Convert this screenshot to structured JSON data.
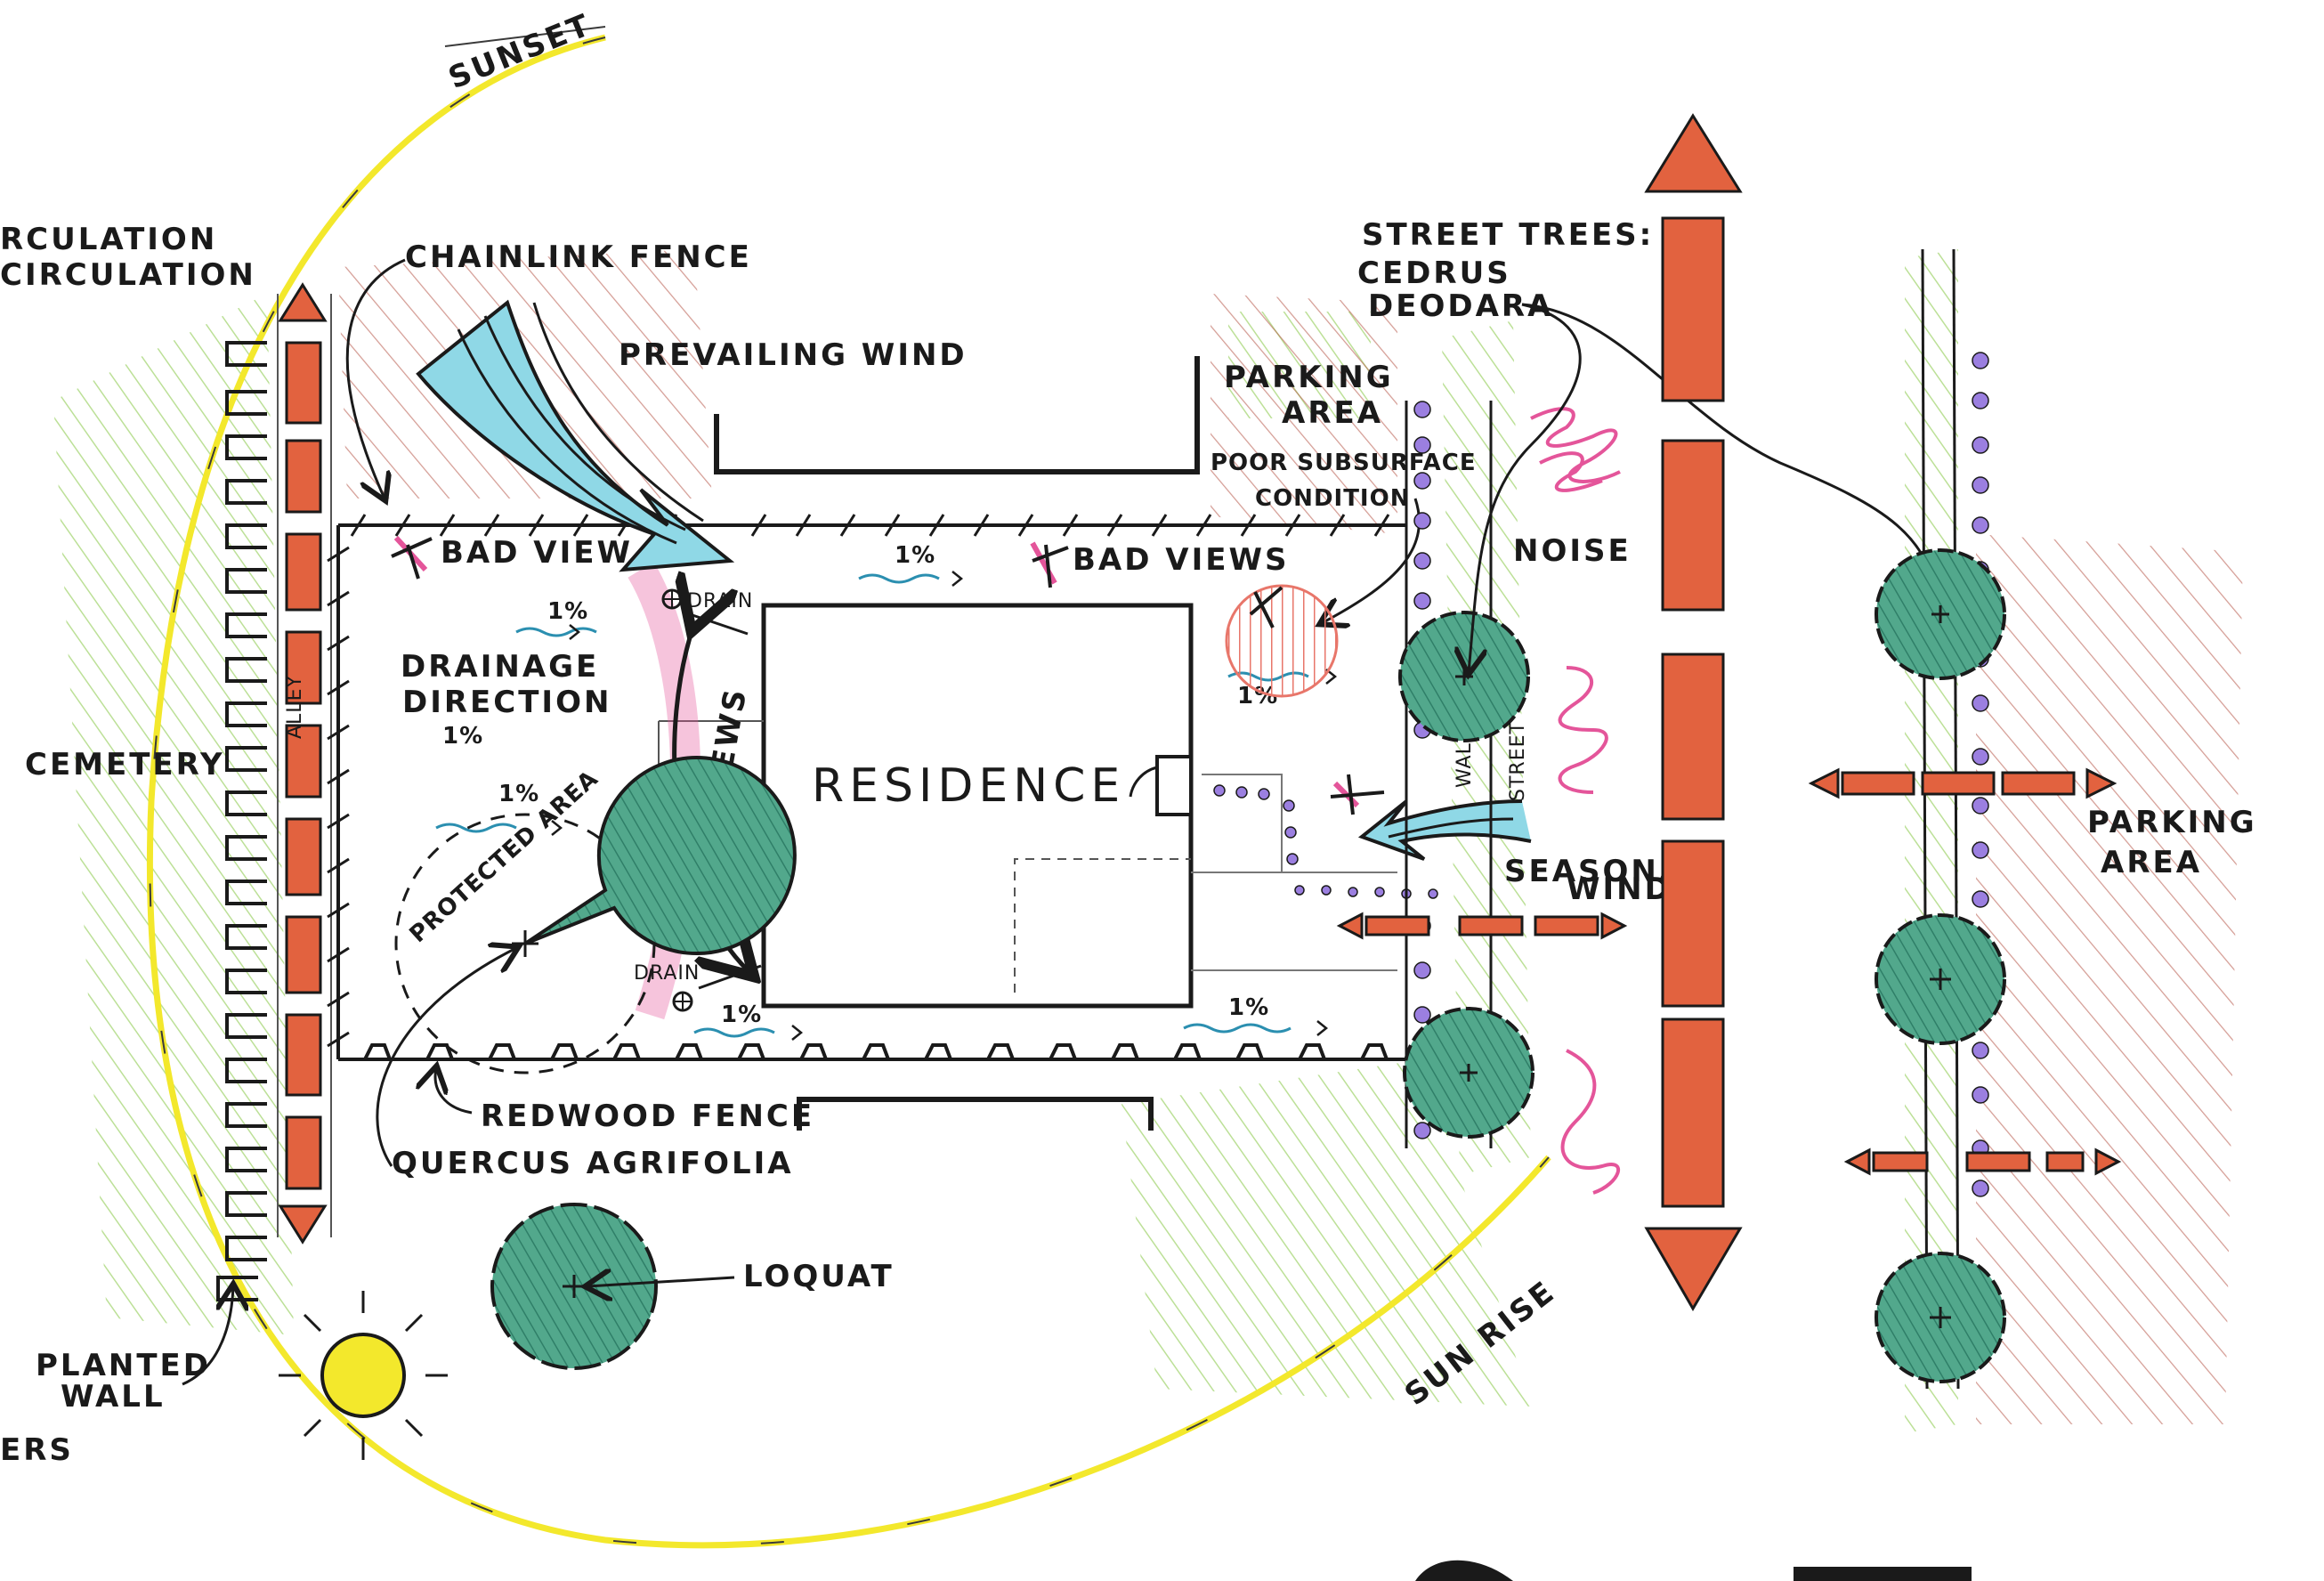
{
  "diagram": {
    "labels": {
      "sunset": "SUNSET",
      "sunrise": "SUN RISE",
      "circulation_1": "RCULATION",
      "circulation_2": "CIRCULATION",
      "cemetery": "CEMETERY",
      "planted_wall_1": "PLANTED",
      "planted_wall_2": "WALL",
      "ers": "ERS",
      "chainlink_fence": "CHAINLINK FENCE",
      "prevailing_wind": "PREVAILING WIND",
      "bad_view": "BAD VIEW",
      "bad_views": "BAD VIEWS",
      "drain_top": "DRAIN",
      "drain_bottom": "DRAIN",
      "drainage_direction_1": "DRAINAGE",
      "drainage_direction_2": "DIRECTION",
      "slope_drainage": "1%",
      "slope_1": "1%",
      "slope_2": "1%",
      "slope_3": "1%",
      "slope_4": "1%",
      "slope_5": "1%",
      "slope_6": "1%",
      "protected_area": "PROTECTED AREA",
      "good_views": "GOOD VIEWS",
      "residence": "RESIDENCE",
      "redwood_fence": "REDWOOD FENCE",
      "quercus_agrifolia": "QUERCUS AGRIFOLIA",
      "loquat": "LOQUAT",
      "parking_area_top_1": "PARKING",
      "parking_area_top_2": "AREA",
      "poor_subsurface_1": "POOR SUBSURFACE",
      "poor_subsurface_2": "CONDITION",
      "noise": "NOISE",
      "seasonal_winds_1": "SEASONAL",
      "seasonal_winds_2": "WINDS",
      "street_trees_1": "STREET TREES:",
      "street_trees_2": "CEDRUS",
      "street_trees_3": "DEODARA",
      "parking_area_right_1": "PARKING",
      "parking_area_right_2": "AREA",
      "alley": "ALLEY",
      "walk": "WALK",
      "street": "STREET"
    },
    "colors": {
      "ink": "#1a1a1a",
      "red_orange": "#e2623f",
      "tree_green": "#3f9a80",
      "light_green": "#9fd36a",
      "wind_blue": "#8fd8e6",
      "pink": "#e4559a",
      "purple": "#9b7fe0",
      "sun_yellow": "#f3e82c",
      "brown_hatch": "#b04a3c"
    }
  }
}
